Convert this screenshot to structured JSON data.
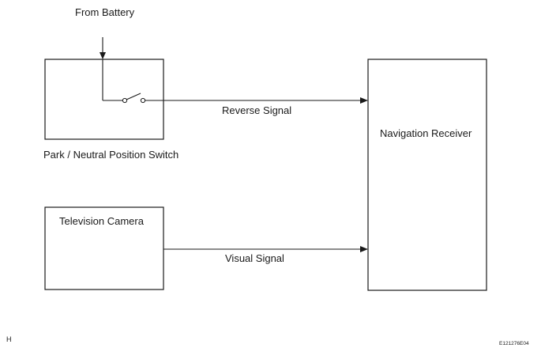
{
  "labels": {
    "from_battery": "From Battery",
    "reverse_signal": "Reverse Signal",
    "visual_signal": "Visual Signal",
    "park_neutral_switch": "Park / Neutral Position Switch",
    "television_camera": "Television Camera",
    "navigation_receiver": "Navigation Receiver",
    "corner_left": "H",
    "corner_right": "E121276E04"
  },
  "colors": {
    "line": "#1a1a1a",
    "background": "#ffffff"
  }
}
